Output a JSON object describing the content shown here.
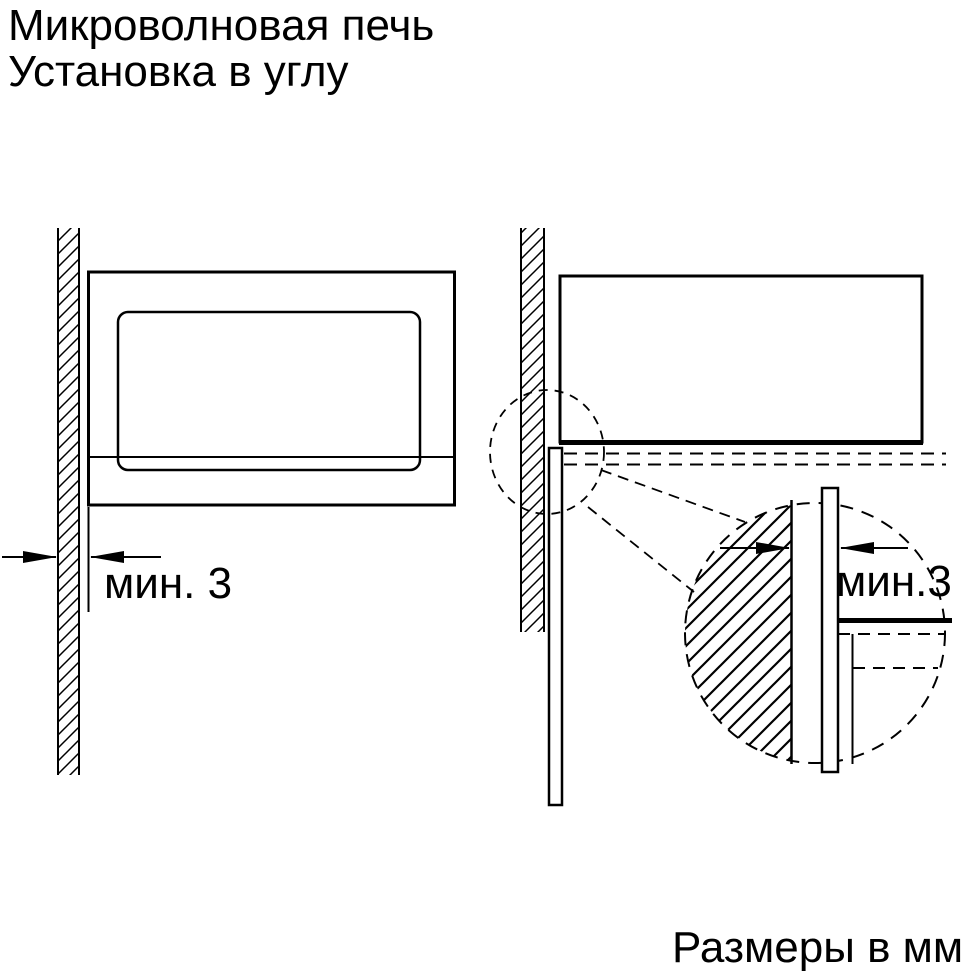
{
  "page": {
    "title_line1": "Микроволновая печь",
    "title_line2": "Установка в углу",
    "units_note": "Размеры в мм"
  },
  "front_view": {
    "gap_label": "мин. 3"
  },
  "detail_view": {
    "gap_label": "мин.3"
  },
  "colors": {
    "line": "#000000",
    "background": "#ffffff"
  }
}
